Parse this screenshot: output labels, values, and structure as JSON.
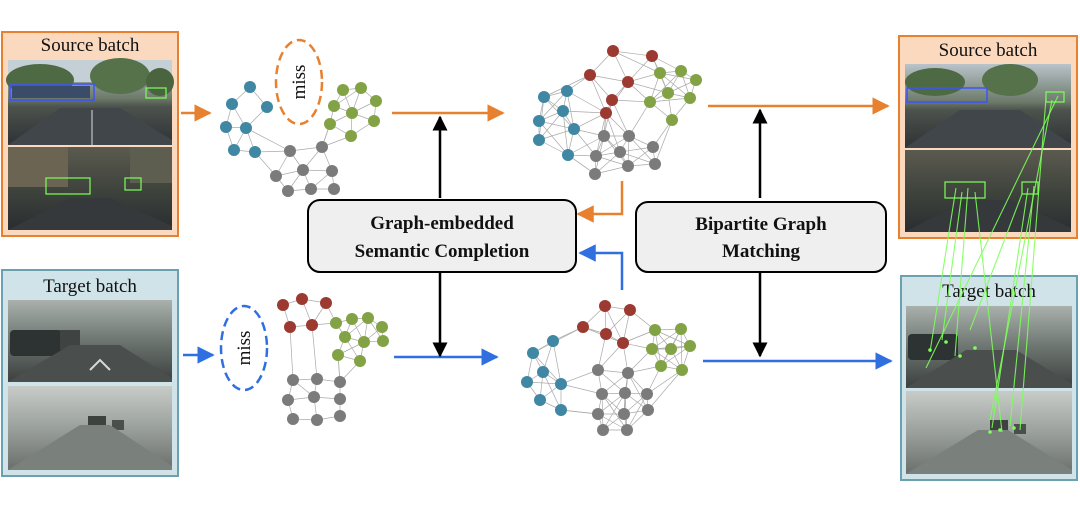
{
  "panels": {
    "left_source": {
      "title": "Source batch"
    },
    "left_target": {
      "title": "Target batch"
    },
    "right_source": {
      "title": "Source batch"
    },
    "right_target": {
      "title": "Target batch"
    }
  },
  "modules": {
    "completion": {
      "line1": "Graph-embedded",
      "line2": "Semantic Completion"
    },
    "matching": {
      "line1": "Bipartite Graph",
      "line2": "Matching"
    }
  },
  "graphs": {
    "source_missing": {
      "tag": "miss"
    },
    "target_missing": {
      "tag": "miss"
    }
  },
  "colors": {
    "source_orange": "#e8812f",
    "target_blue": "#2f6fe0",
    "source_panel_fill": "#fbd9bf",
    "target_panel_fill": "#cfe3e8",
    "node_blue": "#3f87a3",
    "node_red": "#9c3a32",
    "node_green": "#82a345",
    "node_gray": "#7b7b7b"
  }
}
